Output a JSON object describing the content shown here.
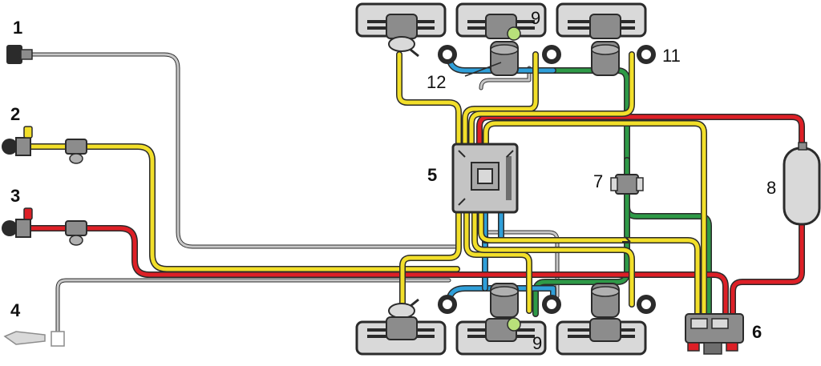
{
  "labels": {
    "l1": "1",
    "l2": "2",
    "l3": "3",
    "l4": "4",
    "l5": "5",
    "l6": "6",
    "l7": "7",
    "l8": "8",
    "l9a": "9",
    "l9b": "9",
    "l11": "11",
    "l12": "12"
  },
  "colors": {
    "yellow": "#f2df2a",
    "red": "#dd1f26",
    "green": "#2e9a47",
    "blue": "#2f9fd9",
    "grey": "#c8c8c8",
    "outline": "#2b2b2b",
    "component": "#8c8c8c",
    "componentLight": "#d9d9d9"
  }
}
